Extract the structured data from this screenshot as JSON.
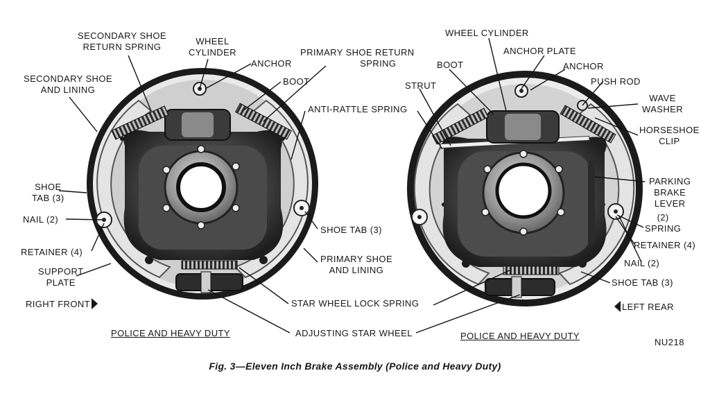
{
  "caption": "Fig. 3—Eleven Inch Brake Assembly (Police and Heavy Duty)",
  "figure_code": "NU218",
  "left_assembly": {
    "side_label": "RIGHT FRONT",
    "footer": "POLICE AND HEAVY DUTY",
    "labels": {
      "secondary_shoe_return_spring": [
        "SECONDARY SHOE",
        "RETURN SPRING"
      ],
      "wheel_cylinder": [
        "WHEEL",
        "CYLINDER"
      ],
      "anchor": "ANCHOR",
      "secondary_shoe_and_lining": [
        "SECONDARY SHOE",
        "AND LINING"
      ],
      "shoe_tab": [
        "SHOE",
        "TAB (3)"
      ],
      "nail": "NAIL (2)",
      "retainer": "RETAINER (4)",
      "support_plate": [
        "SUPPORT",
        "PLATE"
      ]
    }
  },
  "center_labels": {
    "primary_shoe_return_spring": [
      "PRIMARY SHOE RETURN",
      "SPRING"
    ],
    "boot": "BOOT",
    "anti_rattle_spring": "ANTI-RATTLE SPRING",
    "shoe_tab": "SHOE TAB (3)",
    "primary_shoe_and_lining": [
      "PRIMARY SHOE",
      "AND LINING"
    ],
    "star_wheel_lock_spring": "STAR WHEEL LOCK SPRING",
    "adjusting_star_wheel": "ADJUSTING STAR WHEEL"
  },
  "right_assembly": {
    "side_label": "LEFT REAR",
    "footer": "POLICE AND HEAVY DUTY",
    "labels": {
      "wheel_cylinder": "WHEEL CYLINDER",
      "anchor_plate": "ANCHOR PLATE",
      "boot": "BOOT",
      "anchor": "ANCHOR",
      "strut": "STRUT",
      "push_rod": "PUSH ROD",
      "wave_washer": [
        "WAVE",
        "WASHER"
      ],
      "horseshoe_clip": [
        "HORSESHOE",
        "CLIP"
      ],
      "parking_brake_lever": [
        "PARKING",
        "BRAKE",
        "LEVER"
      ],
      "spring": [
        "(2)",
        "SPRING"
      ],
      "retainer": "RETAINER (4)",
      "nail": "NAIL (2)",
      "shoe_tab": "SHOE TAB (3)"
    }
  }
}
